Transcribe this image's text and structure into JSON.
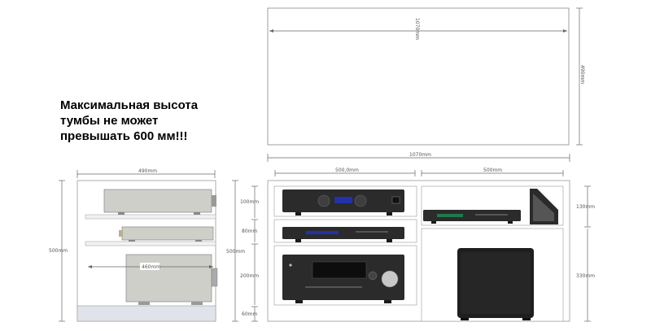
{
  "warning": {
    "line1": "Максимальная высота",
    "line2": "тумбы не может",
    "line3": "превышать 600 мм!!!"
  },
  "top_view": {
    "width_label": "1070mm",
    "depth_label": "490mm"
  },
  "front_view": {
    "total_width_label": "1070mm",
    "left_bay_width_label": "500,0mm",
    "right_bay_width_label": "500mm",
    "total_height_label": "500mm",
    "shelf_1_label": "100mm",
    "shelf_2_label": "80mm",
    "shelf_3_label": "200mm",
    "plinth_label": "60mm",
    "right_upper_label": "130mm",
    "right_lower_label": "330mm"
  },
  "side_view": {
    "depth_label": "490mm",
    "height_label": "500mm",
    "inner_depth_label": "460mm"
  },
  "colors": {
    "cabinet_outline": "#999999",
    "shelf_fill": "#f2f2f2",
    "plinth_fill": "#e0e4ea",
    "device_dark": "#2b2b2b",
    "device_silver": "#cfcfca",
    "display_blue": "#2233aa",
    "display_green": "#1f7a4a"
  }
}
